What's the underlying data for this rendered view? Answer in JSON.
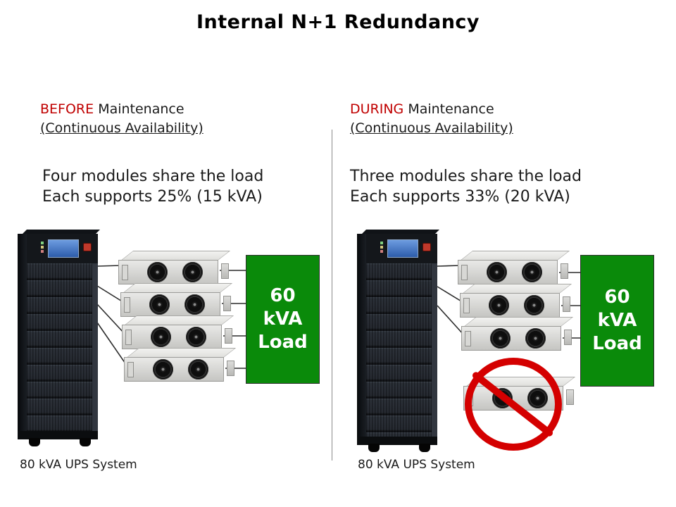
{
  "title": "Internal N+1 Redundancy",
  "panels": [
    {
      "phase": "BEFORE",
      "phase_word": "Maintenance",
      "subtitle": "(Continuous Availability)",
      "line1": "Four modules share the load",
      "line2": "Each supports 25% (15 kVA)",
      "load": {
        "l1": "60",
        "l2": "kVA",
        "l3": "Load"
      },
      "caption": "80 kVA UPS System",
      "module_count": 4
    },
    {
      "phase": "DURING",
      "phase_word": "Maintenance",
      "subtitle": "(Continuous Availability)",
      "line1": "Three modules share the load",
      "line2": "Each supports 33% (20 kVA)",
      "load": {
        "l1": "60",
        "l2": "kVA",
        "l3": "Load"
      },
      "caption": "80 kVA UPS System",
      "module_count": 3,
      "removed_module": true
    }
  ],
  "colors": {
    "highlight_red": "#C00000",
    "load_green": "#0A8A0A",
    "prohibition_red": "#D40000"
  }
}
